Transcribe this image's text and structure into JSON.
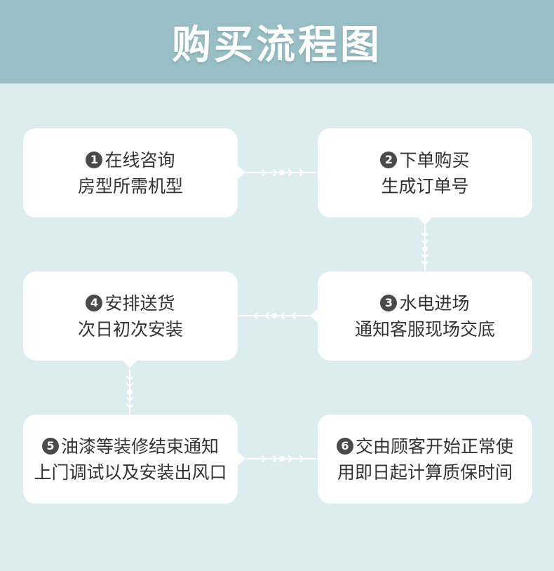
{
  "title": "购买流程图",
  "steps": [
    {
      "num": "1",
      "line1": "在线咨询",
      "line2": "房型所需机型"
    },
    {
      "num": "2",
      "line1": "下单购买",
      "line2": "生成订单号"
    },
    {
      "num": "3",
      "line1": "水电进场",
      "line2": "通知客服现场交底"
    },
    {
      "num": "4",
      "line1": "安排送货",
      "line2": "次日初次安装"
    },
    {
      "num": "5",
      "line1": "油漆等装修结束通知",
      "line2": "上门调试以及安装出风口"
    },
    {
      "num": "6",
      "line1": "交由顾客开始正常使",
      "line2": "用即日起计算质保时间"
    }
  ],
  "connectors": [
    {
      "from": "1",
      "to": "2",
      "direction": "right"
    },
    {
      "from": "2",
      "to": "3",
      "direction": "down"
    },
    {
      "from": "3",
      "to": "4",
      "direction": "left"
    },
    {
      "from": "4",
      "to": "5",
      "direction": "down"
    },
    {
      "from": "5",
      "to": "6",
      "direction": "right"
    }
  ],
  "colors": {
    "header": "#98bfc5",
    "background": "#ddecef",
    "card": "#ffffff",
    "connector": "#ffffff",
    "badge": "#4a4a4a",
    "text": "#333333"
  }
}
